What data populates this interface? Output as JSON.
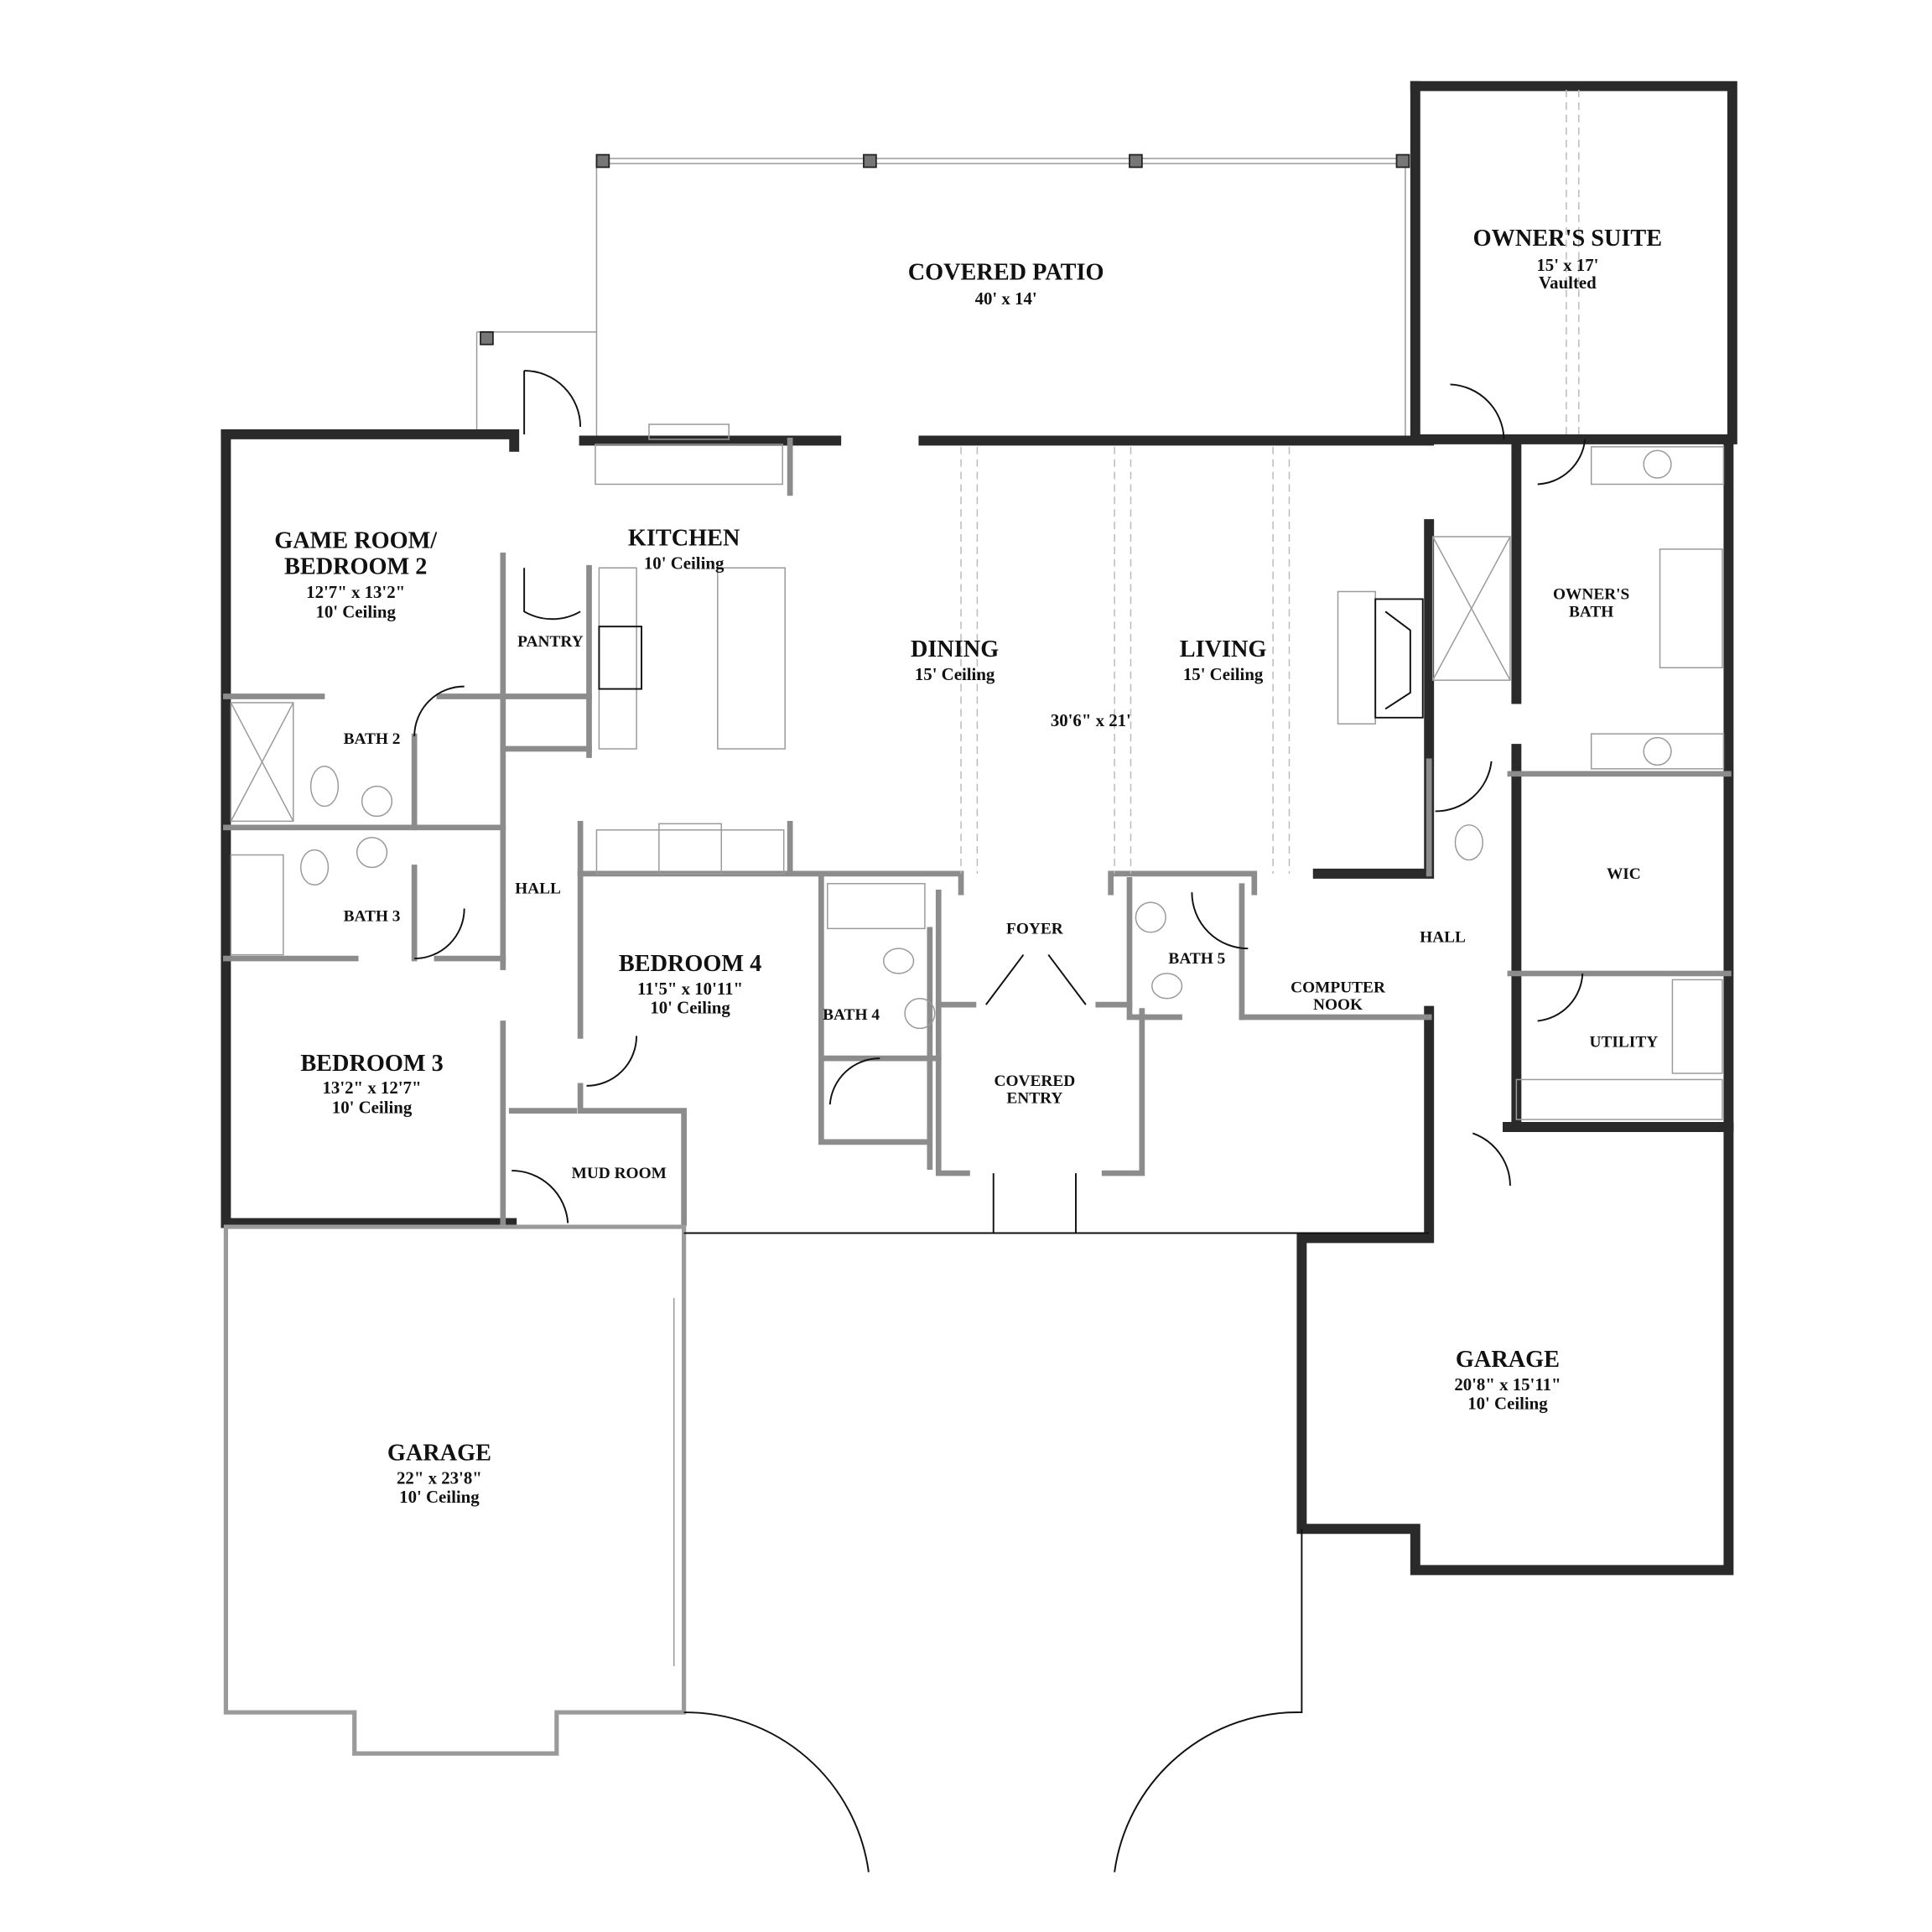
{
  "rooms": {
    "covered_patio": {
      "name": "COVERED PATIO",
      "size": "40' x 14'"
    },
    "owners_suite": {
      "name": "OWNER'S SUITE",
      "size": "15' x 17'",
      "ceiling": "Vaulted"
    },
    "game_room": {
      "name_line1": "GAME ROOM/",
      "name_line2": "BEDROOM 2",
      "size": "12'7\" x 13'2\"",
      "ceiling": "10' Ceiling"
    },
    "kitchen": {
      "name": "KITCHEN",
      "ceiling": "10' Ceiling"
    },
    "pantry": {
      "name": "PANTRY"
    },
    "dining": {
      "name": "DINING",
      "ceiling": "15' Ceiling"
    },
    "living": {
      "name": "LIVING",
      "ceiling": "15' Ceiling"
    },
    "great_room_size": "30'6\" x 21'",
    "owners_bath": {
      "name_line1": "OWNER'S",
      "name_line2": "BATH"
    },
    "bath2": {
      "name": "BATH 2"
    },
    "bath3": {
      "name": "BATH 3"
    },
    "hall_left": {
      "name": "HALL"
    },
    "bedroom4": {
      "name": "BEDROOM 4",
      "size": "11'5\" x 10'11\"",
      "ceiling": "10' Ceiling"
    },
    "foyer": {
      "name": "FOYER"
    },
    "bath5": {
      "name": "BATH 5"
    },
    "hall_right": {
      "name": "HALL"
    },
    "wic": {
      "name": "WIC"
    },
    "computer_nook": {
      "name_line1": "COMPUTER",
      "name_line2": "NOOK"
    },
    "bath4": {
      "name": "BATH 4"
    },
    "utility": {
      "name": "UTILITY"
    },
    "bedroom3": {
      "name": "BEDROOM 3",
      "size": "13'2\" x 12'7\"",
      "ceiling": "10' Ceiling"
    },
    "covered_entry": {
      "name_line1": "COVERED",
      "name_line2": "ENTRY"
    },
    "mud_room": {
      "name": "MUD ROOM"
    },
    "garage_right": {
      "name": "GARAGE",
      "size": "20'8\" x 15'11\"",
      "ceiling": "10' Ceiling"
    },
    "garage_left": {
      "name": "GARAGE",
      "size": "22\" x 23'8\"",
      "ceiling": "10' Ceiling"
    }
  },
  "colors": {
    "wall": "#8c8c8c",
    "wall_outline": "#2a2a2a",
    "text": "#111111"
  }
}
